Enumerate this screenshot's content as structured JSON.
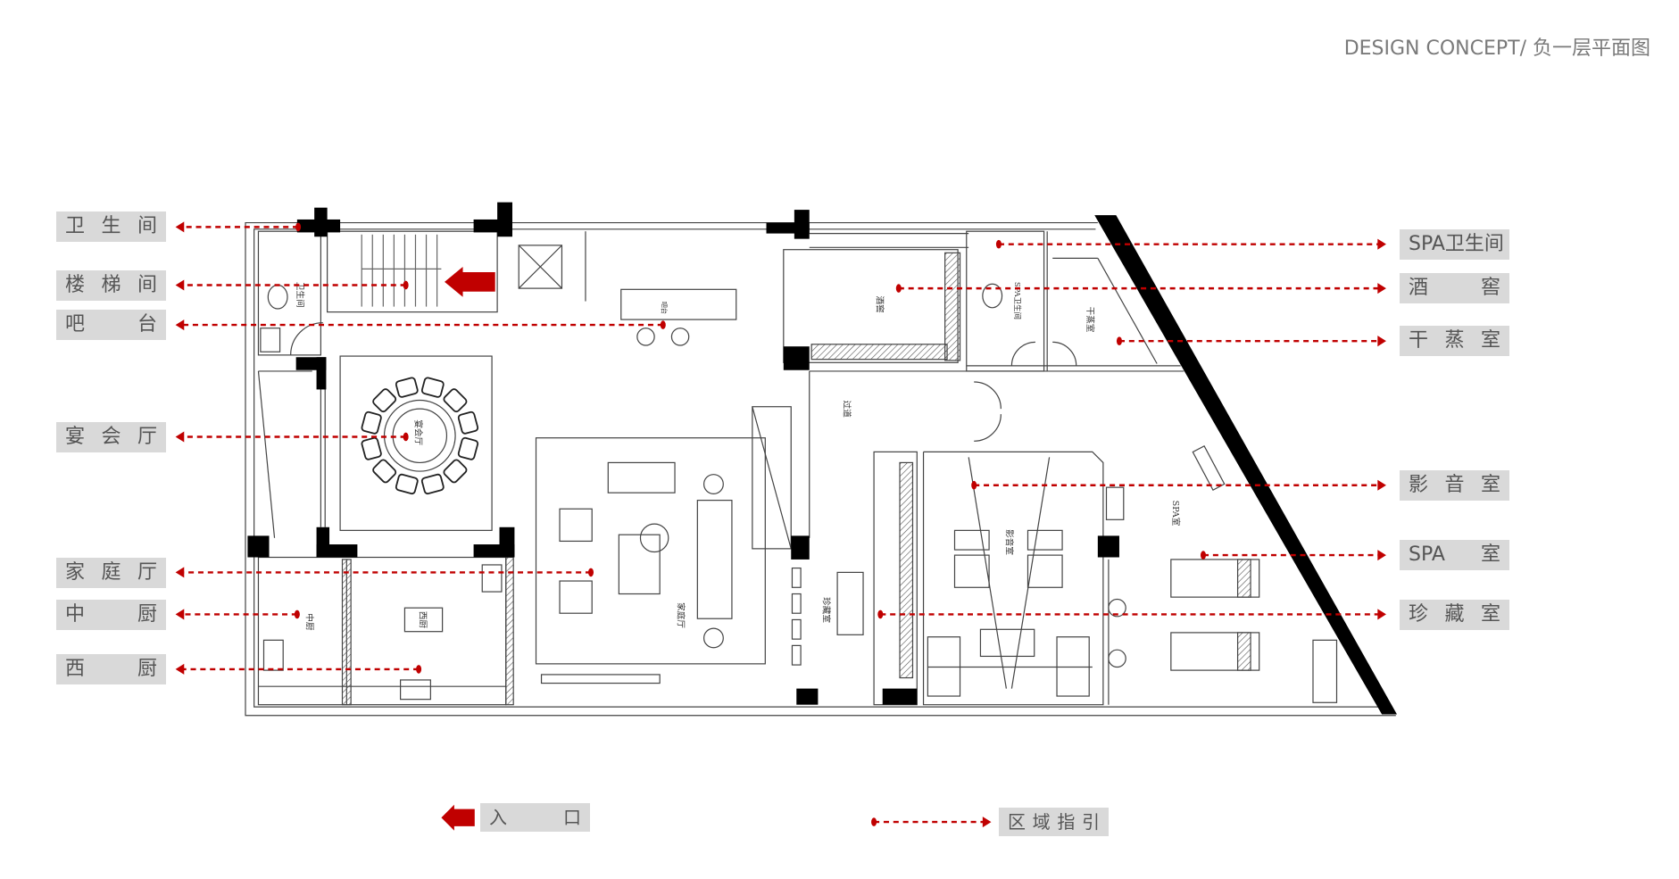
{
  "title": "DESIGN CONCEPT/ 负一层平面图",
  "left_labels": [
    "卫生间",
    "楼梯间",
    "吧台",
    "宴会厅",
    "家庭厅",
    "中厨",
    "西厨"
  ],
  "right_labels": [
    "SPA卫生间",
    "酒窖",
    "干蒸室",
    "影音室",
    "SPA室",
    "珍藏室"
  ],
  "entrance_label": "入口",
  "legend_label": "区域指引",
  "rooms": {
    "toilet": "卫生间",
    "bar": "吧台",
    "banquet": "宴会厅",
    "middle_kitchen": "中厨",
    "western_kitchen": "西厨",
    "family": "家庭厅",
    "corridor": "过道",
    "wine": "酒窖",
    "spa_toilet": "SPA卫生间",
    "sauna": "干蒸室",
    "theater": "影音室",
    "spa": "SPA室",
    "treasure": "珍藏室"
  },
  "colors": {
    "accent": "#c00000",
    "label_bg": "#d9d9d9",
    "wall": "#000000"
  }
}
